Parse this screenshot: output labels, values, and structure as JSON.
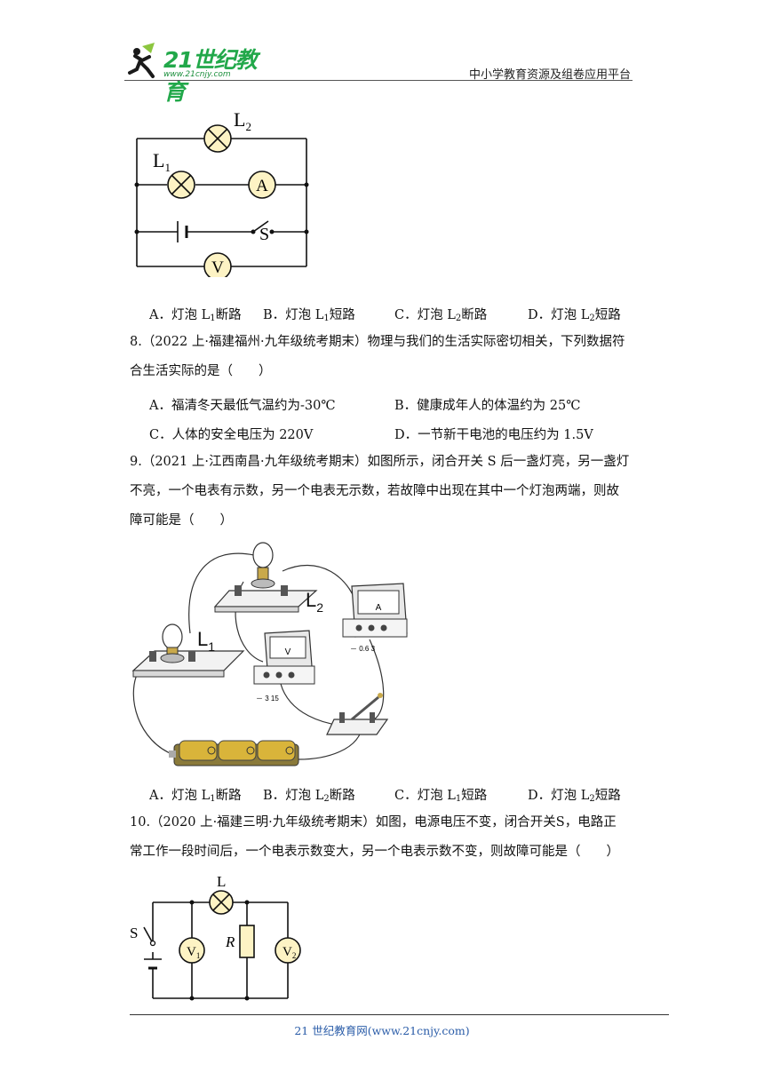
{
  "header": {
    "logo_text": "21世纪教育",
    "logo_url": "www.21cnjy.com",
    "platform": "中小学教育资源及组卷应用平台"
  },
  "figure1": {
    "lamp1": "L",
    "lamp1_sub": "1",
    "lamp2": "L",
    "lamp2_sub": "2",
    "ammeter": "A",
    "voltmeter": "V",
    "switch": "S"
  },
  "q7_options": [
    {
      "prefix": "A．灯泡 L",
      "sub": "1",
      "suffix": "断路"
    },
    {
      "prefix": "B．灯泡 L",
      "sub": "1",
      "suffix": "短路"
    },
    {
      "prefix": "C．灯泡 L",
      "sub": "2",
      "suffix": "断路"
    },
    {
      "prefix": "D．灯泡 L",
      "sub": "2",
      "suffix": "短路"
    }
  ],
  "q8": {
    "line1": "8.（2022 上·福建福州·九年级统考期末）物理与我们的生活实际密切相关，下列数据符",
    "line2": "合生活实际的是（　　）",
    "options": [
      "A．福清冬天最低气温约为-30℃",
      "B．健康成年人的体温约为 25℃",
      "C．人体的安全电压为 220V",
      "D．一节新干电池的电压约为 1.5V"
    ]
  },
  "q9": {
    "line1": "9.（2021 上·江西南昌·九年级统考期末）如图所示，闭合开关 S 后一盏灯亮，另一盏灯",
    "line2": "不亮，一个电表有示数，另一个电表无示数，若故障中出现在其中一个灯泡两端，则故",
    "line3": "障可能是（　　）"
  },
  "figure2": {
    "lamp1": "L",
    "lamp1_sub": "1",
    "lamp2": "L",
    "lamp2_sub": "2",
    "ammeter": "A",
    "ammeter_scale": "－ 0.6  3",
    "voltmeter": "V",
    "voltmeter_scale": "－  3  15"
  },
  "q9_options": [
    {
      "prefix": "A．灯泡 L",
      "sub": "1",
      "suffix": "断路"
    },
    {
      "prefix": "B．灯泡 L",
      "sub": "2",
      "suffix": "断路"
    },
    {
      "prefix": "C．灯泡 L",
      "sub": "1",
      "suffix": "短路"
    },
    {
      "prefix": "D．灯泡 L",
      "sub": "2",
      "suffix": "短路"
    }
  ],
  "q10": {
    "line1": "10.（2020 上·福建三明·九年级统考期末）如图，电源电压不变，闭合开关S，电路正",
    "line2": "常工作一段时间后，一个电表示数变大，另一个电表示数不变，则故障可能是（　　）"
  },
  "figure3": {
    "lamp": "L",
    "switch": "S",
    "v1": "V",
    "v1_sub": "1",
    "resistor": "R",
    "v2": "V",
    "v2_sub": "2"
  },
  "footer": {
    "text": "21 世纪教育网(www.21cnjy.com)"
  }
}
